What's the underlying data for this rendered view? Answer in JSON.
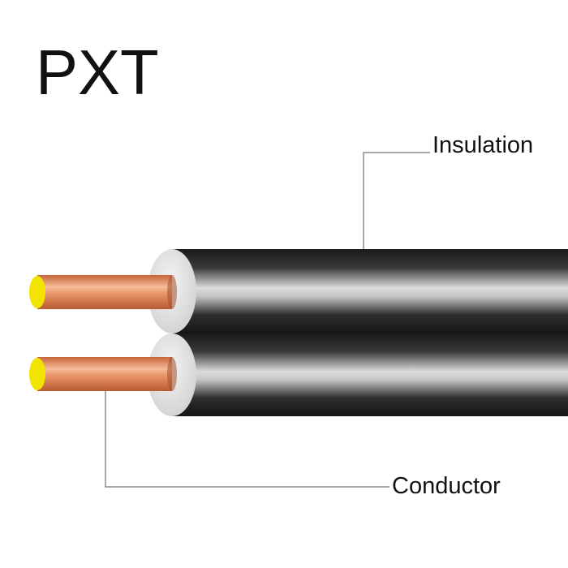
{
  "title": "PXT",
  "callouts": {
    "insulation": "Insulation",
    "conductor": "Conductor"
  },
  "colors": {
    "jacket_dark": "#1c1c1c",
    "jacket_highlight": "#d9d9d9",
    "insulation_end": "#e6e6e6",
    "copper": "#e48a5c",
    "copper_highlight": "#f8c8a8",
    "conductor_tip": "#f2e400",
    "leader_line": "#8a8a8a"
  }
}
